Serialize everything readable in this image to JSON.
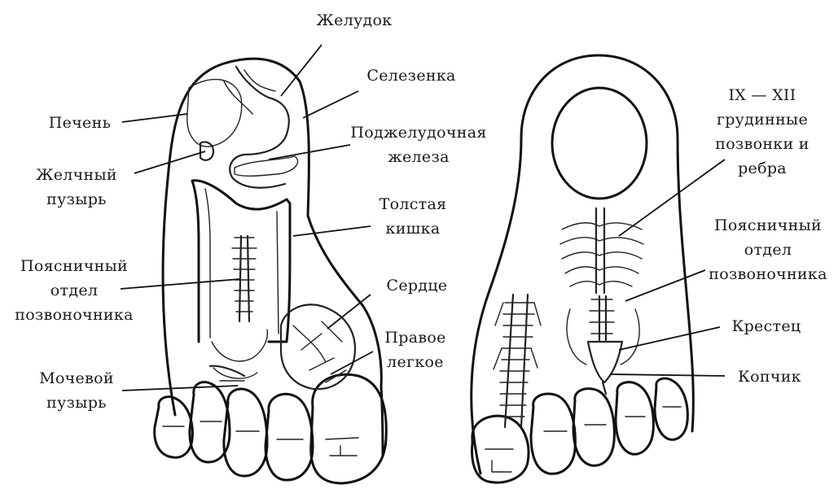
{
  "left_foot": {
    "labels": {
      "stomach": "Желудок",
      "spleen": "Селезенка",
      "liver": "Печень",
      "pancreas": "Поджелудочная\nжелеза",
      "gallbladder": "Желчный\nпузырь",
      "colon": "Толстая\nкишка",
      "lumbar_spine": "Поясничный\nотдел\nпозвоночника",
      "heart": "Сердце",
      "right_lung": "Правое\nлегкое",
      "bladder": "Мочевой\nпузырь"
    }
  },
  "right_foot": {
    "labels": {
      "thoracic": "IX — XII\nгрудинные\nпозвонки и\nребра",
      "lumbar_spine": "Поясничный\nотдел\nпозвоночника",
      "sacrum": "Крестец",
      "coccyx": "Копчик"
    }
  }
}
